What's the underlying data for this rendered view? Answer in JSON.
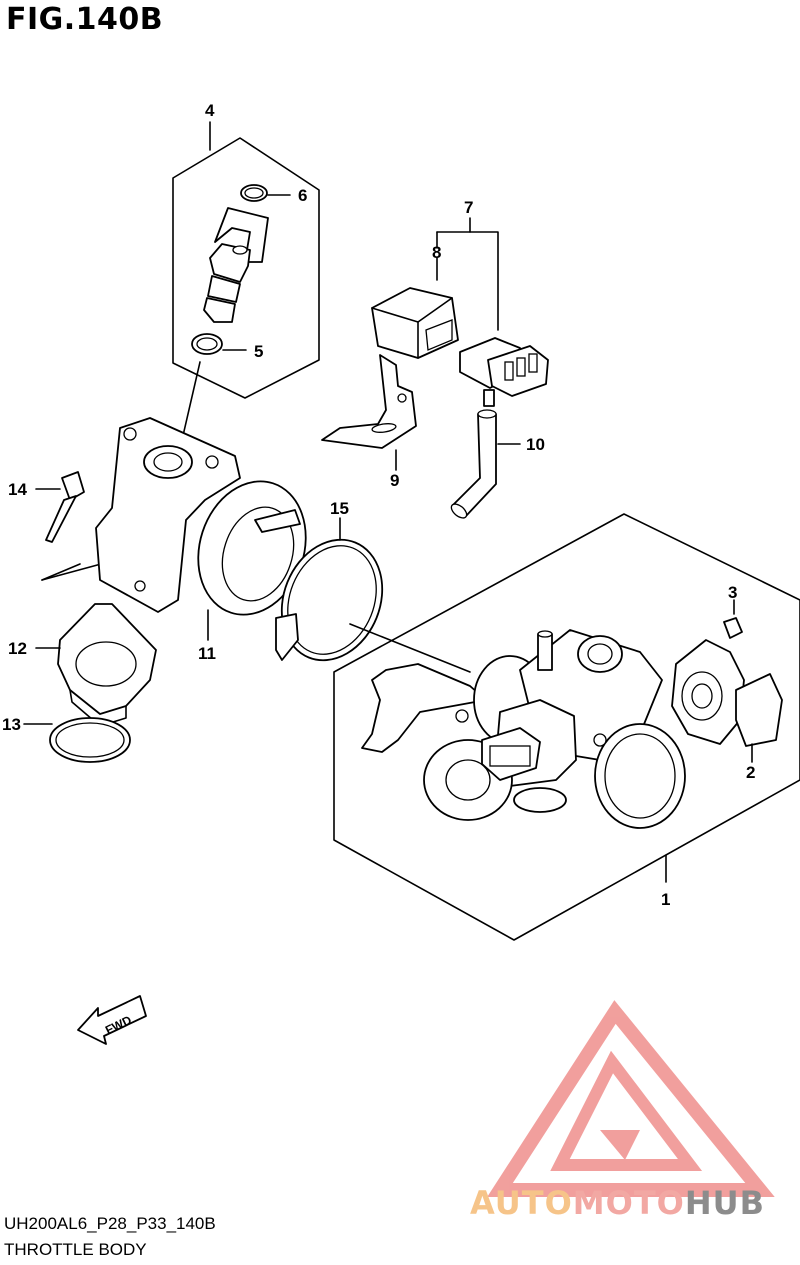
{
  "figure": {
    "title": "FIG.140B",
    "diagram_code": "UH200AL6_P28_P33_140B",
    "name": "THROTTLE BODY"
  },
  "callouts": {
    "c1": "1",
    "c2": "2",
    "c3": "3",
    "c4": "4",
    "c5": "5",
    "c6": "6",
    "c7": "7",
    "c8": "8",
    "c9": "9",
    "c10": "10",
    "c11": "11",
    "c12": "12",
    "c13": "13",
    "c14": "14",
    "c15": "15"
  },
  "fwd_label": "FWD",
  "watermark": {
    "text_orange": "AUTO",
    "text_pink": "MOTO",
    "text_gray": "HUB",
    "color_orange": "#f6c489",
    "color_pink": "#f2a8a3",
    "color_gray": "#8c8c8c",
    "logo_color": "#ef8f8c"
  }
}
